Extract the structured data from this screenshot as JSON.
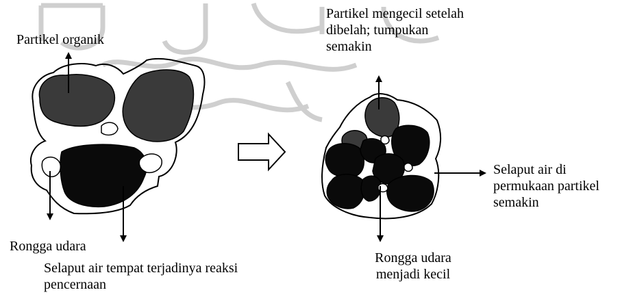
{
  "labels": {
    "partikel_organik": "Partikel organik",
    "rongga_udara_left": "Rongga udara",
    "selaput_air_reaksi": "Selaput air tempat terjadinya reaksi pencernaan",
    "partikel_mengecil": "Partikel mengecil setelah dibelah; tumpukan semakin",
    "selaput_air_permukaan": "Selaput air di permukaan partikel semakin",
    "rongga_udara_kecil": "Rongga udara menjadi kecil"
  },
  "colors": {
    "ink": "#000000",
    "dark_particle": "#3a3a3a",
    "black_particle": "#0a0a0a",
    "watermark": "#c8c8c8"
  }
}
